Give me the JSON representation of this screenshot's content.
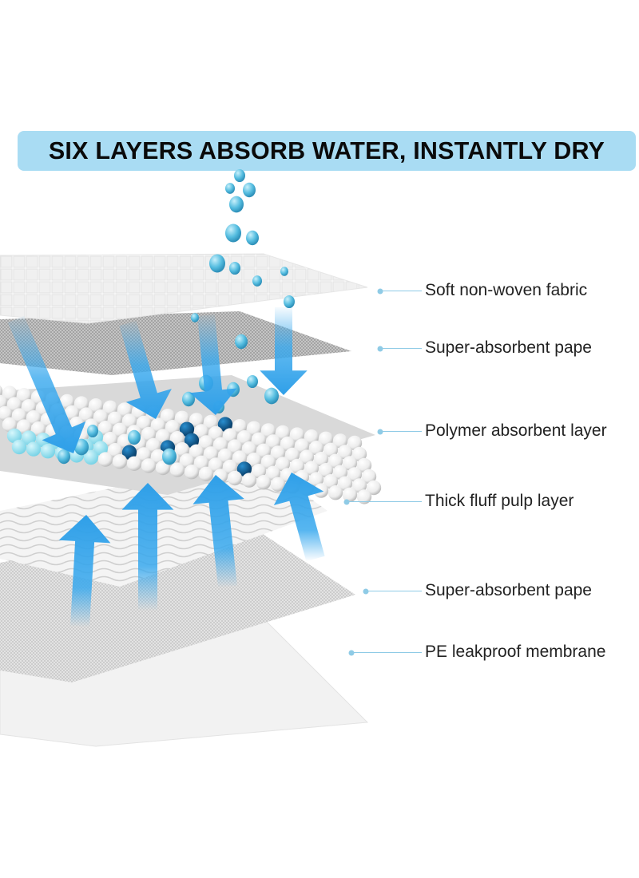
{
  "banner": {
    "title": "SIX LAYERS ABSORB WATER, INSTANTLY DRY",
    "background": "#a9dcf3"
  },
  "layers": [
    {
      "label": "Soft non-woven fabric"
    },
    {
      "label": "Super-absorbent pape"
    },
    {
      "label": "Polymer absorbent layer"
    },
    {
      "label": "Thick fluff pulp layer"
    },
    {
      "label": "Super-absorbent pape"
    },
    {
      "label": "PE leakproof membrane"
    }
  ],
  "colors": {
    "accent_light": "#a9dcf3",
    "arrow_blue": "#39a9ee",
    "bead_white": "#f3f3f3",
    "bead_light_blue": "#8fe0ef",
    "bead_dark_blue": "#0c5f95",
    "water_drop": "#52b9dc",
    "leader_line": "#8fcbe6"
  },
  "icons": {
    "down_arrow": "down-arrow-icon",
    "up_arrow": "up-arrow-icon",
    "water_drop": "water-drop-icon"
  }
}
